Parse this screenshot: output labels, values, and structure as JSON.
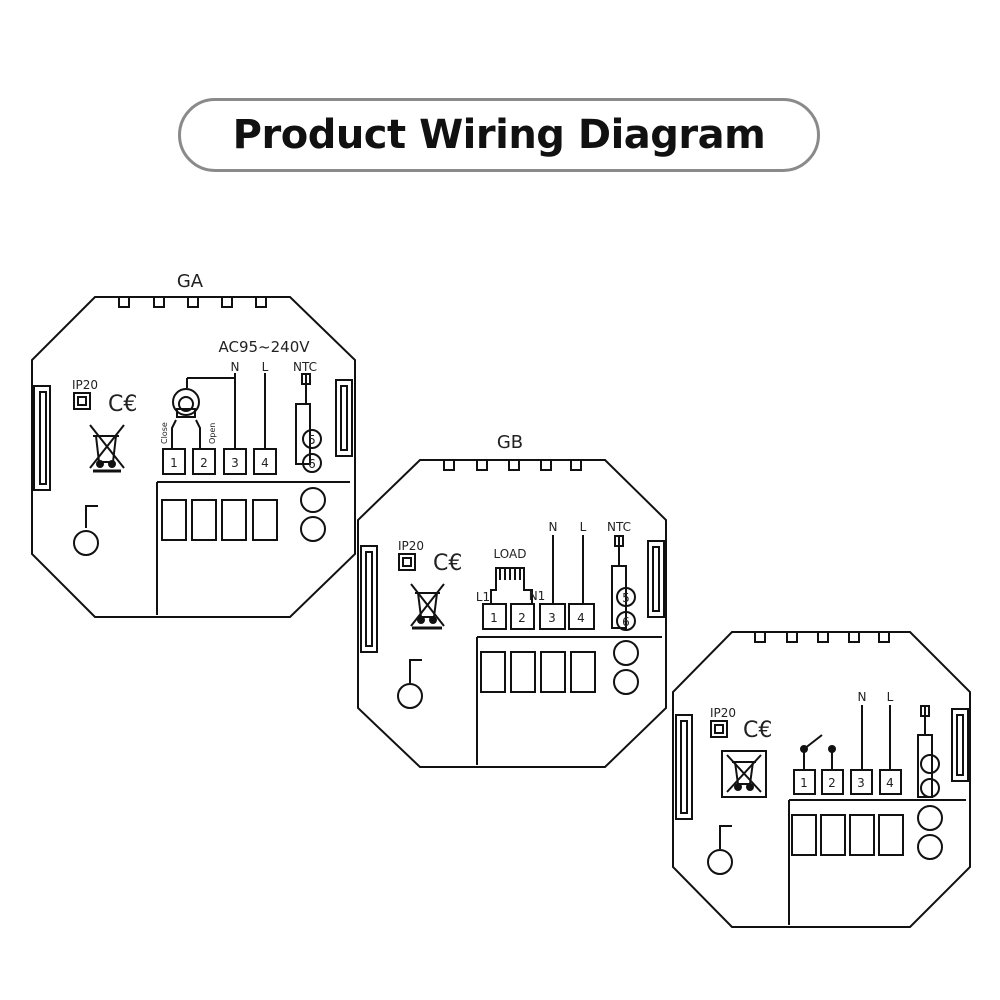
{
  "title": "Product Wiring Diagram",
  "panels": {
    "ga": {
      "label": "GA",
      "voltage": "AC95~240V",
      "n": "N",
      "l": "L",
      "ntc": "NTC",
      "ip": "IP20",
      "ce": "C€",
      "close": "Close",
      "open": "Open",
      "terminals": [
        "1",
        "2",
        "3",
        "4"
      ],
      "sensor": [
        "5",
        "6"
      ]
    },
    "gb": {
      "label": "GB",
      "load": "LOAD",
      "l1": "L1",
      "n1": "N1",
      "n": "N",
      "l": "L",
      "ntc": "NTC",
      "ip": "IP20",
      "ce": "C€",
      "terminals": [
        "1",
        "2",
        "3",
        "4"
      ],
      "sensor": [
        "5",
        "6"
      ]
    },
    "gc": {
      "n": "N",
      "l": "L",
      "ip": "IP20",
      "ce": "C€",
      "terminals": [
        "1",
        "2",
        "3",
        "4"
      ]
    }
  }
}
